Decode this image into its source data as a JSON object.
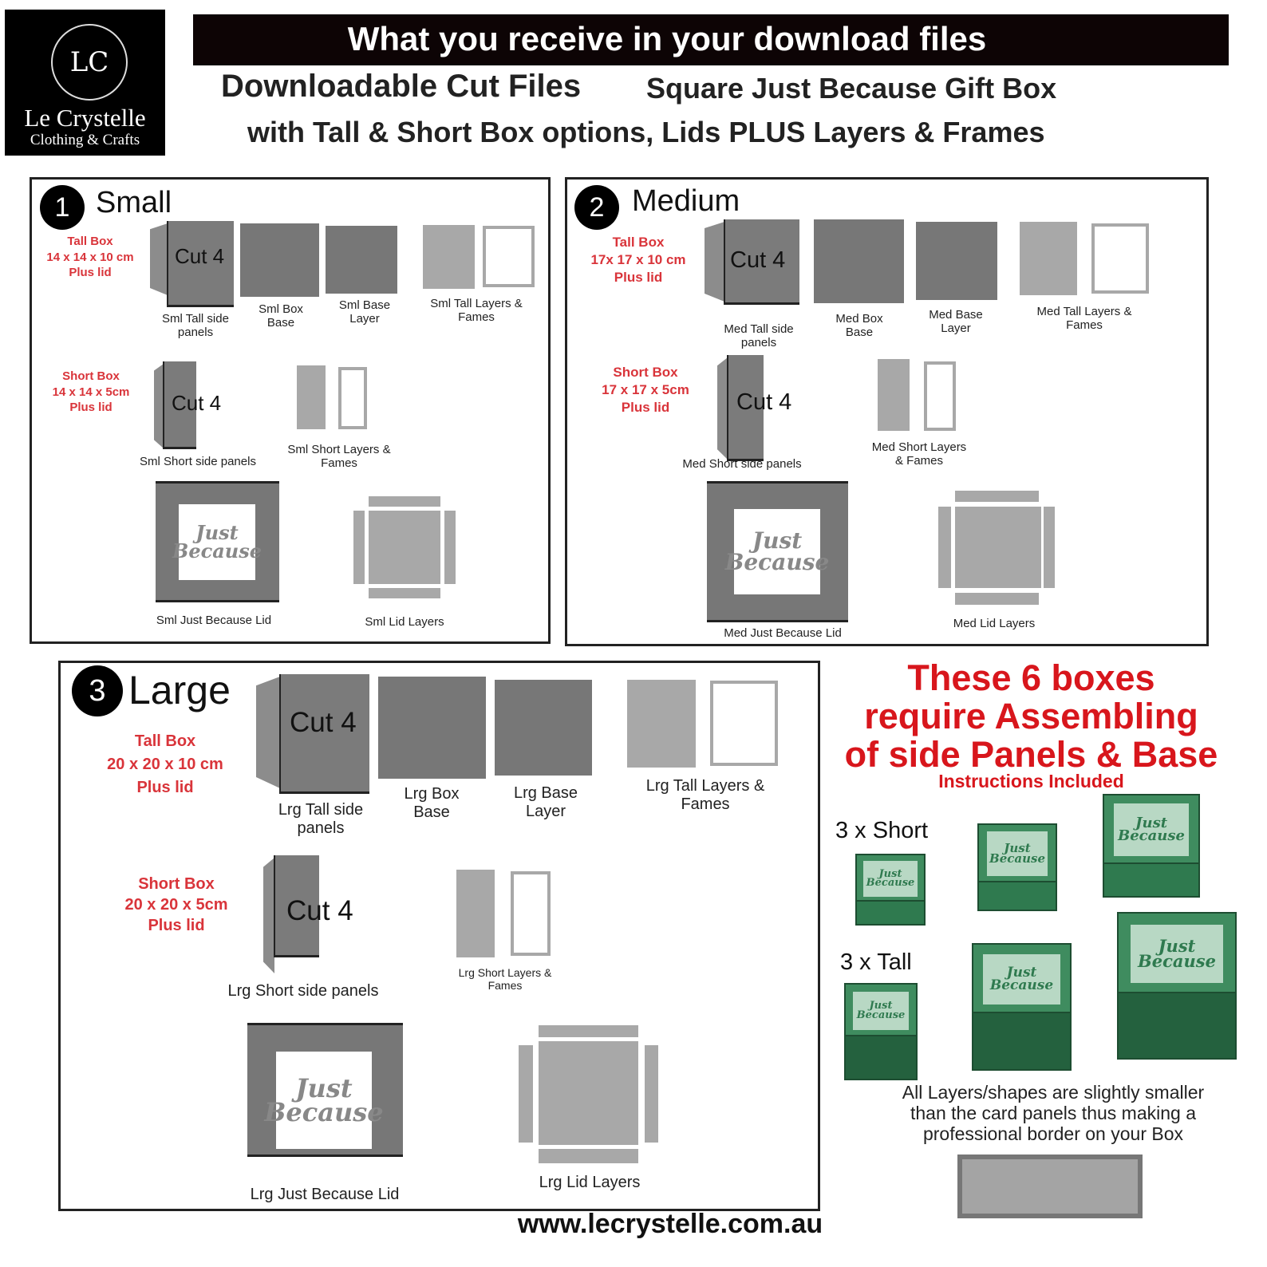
{
  "logo": {
    "monogram": "LC",
    "brand": "Le Crystelle",
    "tagline": "Clothing & Crafts"
  },
  "header": {
    "title": "What you receive in your download files",
    "subtitle_a": "Downloadable Cut Files",
    "subtitle_b": "Square Just Because Gift Box",
    "subtitle_c": "with Tall & Short Box options, Lids PLUS Layers & Frames"
  },
  "cut_label": "Cut 4",
  "lid_text": "Just Because",
  "small": {
    "num": "1",
    "title": "Small",
    "tall": [
      "Tall Box",
      "14 x 14 x 10 cm",
      "Plus lid"
    ],
    "short": [
      "Short Box",
      "14 x 14 x 5cm",
      "Plus lid"
    ],
    "labels": {
      "tall_side": "Sml Tall side panels",
      "base": "Sml Box Base",
      "base_layer": "Sml Base Layer",
      "tall_layers": "Sml Tall Layers & Fames",
      "short_side": "Sml Short side panels",
      "short_layers": "Sml Short Layers & Fames",
      "lid": "Sml Just Because Lid",
      "lid_layers": "Sml Lid Layers"
    }
  },
  "medium": {
    "num": "2",
    "title": "Medium",
    "tall": [
      "Tall Box",
      "17x 17 x 10 cm",
      "Plus lid"
    ],
    "short": [
      "Short Box",
      "17 x 17 x 5cm",
      "Plus lid"
    ],
    "labels": {
      "tall_side": "Med Tall side panels",
      "base": "Med Box Base",
      "base_layer": "Med Base Layer",
      "tall_layers": "Med Tall Layers & Fames",
      "short_side": "Med Short side panels",
      "short_layers": "Med Short Layers & Fames",
      "lid": "Med Just Because Lid",
      "lid_layers": "Med Lid Layers"
    }
  },
  "large": {
    "num": "3",
    "title": "Large",
    "tall": [
      "Tall Box",
      "20 x 20 x 10 cm",
      "Plus lid"
    ],
    "short": [
      "Short Box",
      "20 x 20 x 5cm",
      "Plus lid"
    ],
    "labels": {
      "tall_side": "Lrg Tall side panels",
      "base": "Lrg Box Base",
      "base_layer": "Lrg Base Layer",
      "tall_layers": "Lrg Tall Layers & Fames",
      "short_side": "Lrg Short side panels",
      "short_layers": "Lrg Short Layers & Fames",
      "lid": "Lrg Just Because Lid",
      "lid_layers": "Lrg Lid Layers"
    }
  },
  "assembly": {
    "line1": "These 6 boxes",
    "line2": "require Assembling",
    "line3": "of side Panels & Base",
    "note": "Instructions Included",
    "short_label": "3 x Short",
    "tall_label": "3 x Tall"
  },
  "footnote": {
    "line1": "All Layers/shapes are slightly smaller",
    "line2": "than the card panels thus making a",
    "line3": "professional border on your Box"
  },
  "website": "www.lecrystelle.com.au",
  "colors": {
    "red": "#d9343a",
    "green": "#2f7a4f",
    "gray": "#777777"
  }
}
